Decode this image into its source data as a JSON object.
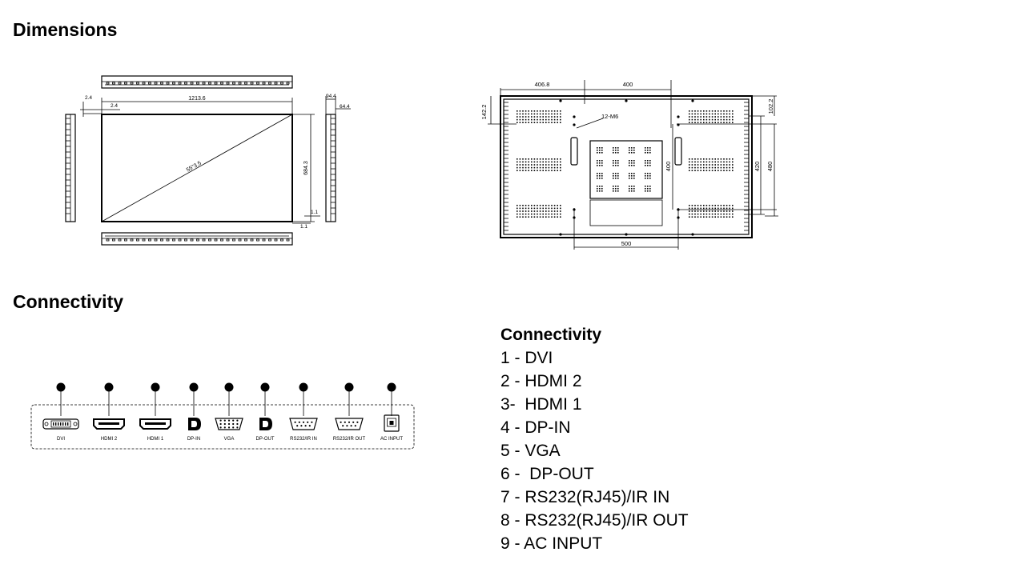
{
  "sections": {
    "dimensions_title": "Dimensions",
    "connectivity_title": "Connectivity"
  },
  "front_view": {
    "width_label": "1213.6",
    "height_label": "684.3",
    "diagonal_label": "55\"3.5",
    "bezel_left_outer": "2.4",
    "bezel_left_inner": "2.4",
    "bezel_bottom_a": "1.1",
    "bezel_bottom_b": "1.1",
    "depth_label": "94.4",
    "depth_label_2": "64.4"
  },
  "rear_view": {
    "left_offset": "406.8",
    "vesa_h_top": "400",
    "top_offset": "142.2",
    "right_top_offset": "102.2",
    "screw_label": "12-M6",
    "vesa_v": "400",
    "vesa_v_2": "420",
    "vesa_v_3": "480",
    "vesa_h_bottom": "500"
  },
  "ports_panel": {
    "ports": [
      {
        "num": "1",
        "label": "DVI",
        "icon": "dvi-port-icon"
      },
      {
        "num": "2",
        "label": "HDMI 2",
        "icon": "hdmi-port-icon"
      },
      {
        "num": "3",
        "label": "HDMI 1",
        "icon": "hdmi-port-icon"
      },
      {
        "num": "4",
        "label": "DP-IN",
        "icon": "displayport-icon"
      },
      {
        "num": "5",
        "label": "VGA",
        "icon": "vga-port-icon"
      },
      {
        "num": "6",
        "label": "DP-OUT",
        "icon": "displayport-icon"
      },
      {
        "num": "7",
        "label": "RS232/IR IN",
        "icon": "serial-port-icon"
      },
      {
        "num": "8",
        "label": "RS232/IR OUT",
        "icon": "serial-port-icon"
      },
      {
        "num": "9",
        "label": "AC INPUT",
        "icon": "ac-power-icon"
      }
    ]
  },
  "connectivity_list": {
    "title": "Connectivity",
    "items": [
      "1 - DVI",
      "2 - HDMI 2",
      "3-  HDMI 1",
      "4 - DP-IN",
      "5 - VGA",
      "6 -  DP-OUT",
      "7 - RS232(RJ45)/IR IN",
      "8 - RS232(RJ45)/IR OUT",
      "9 - AC INPUT"
    ]
  }
}
